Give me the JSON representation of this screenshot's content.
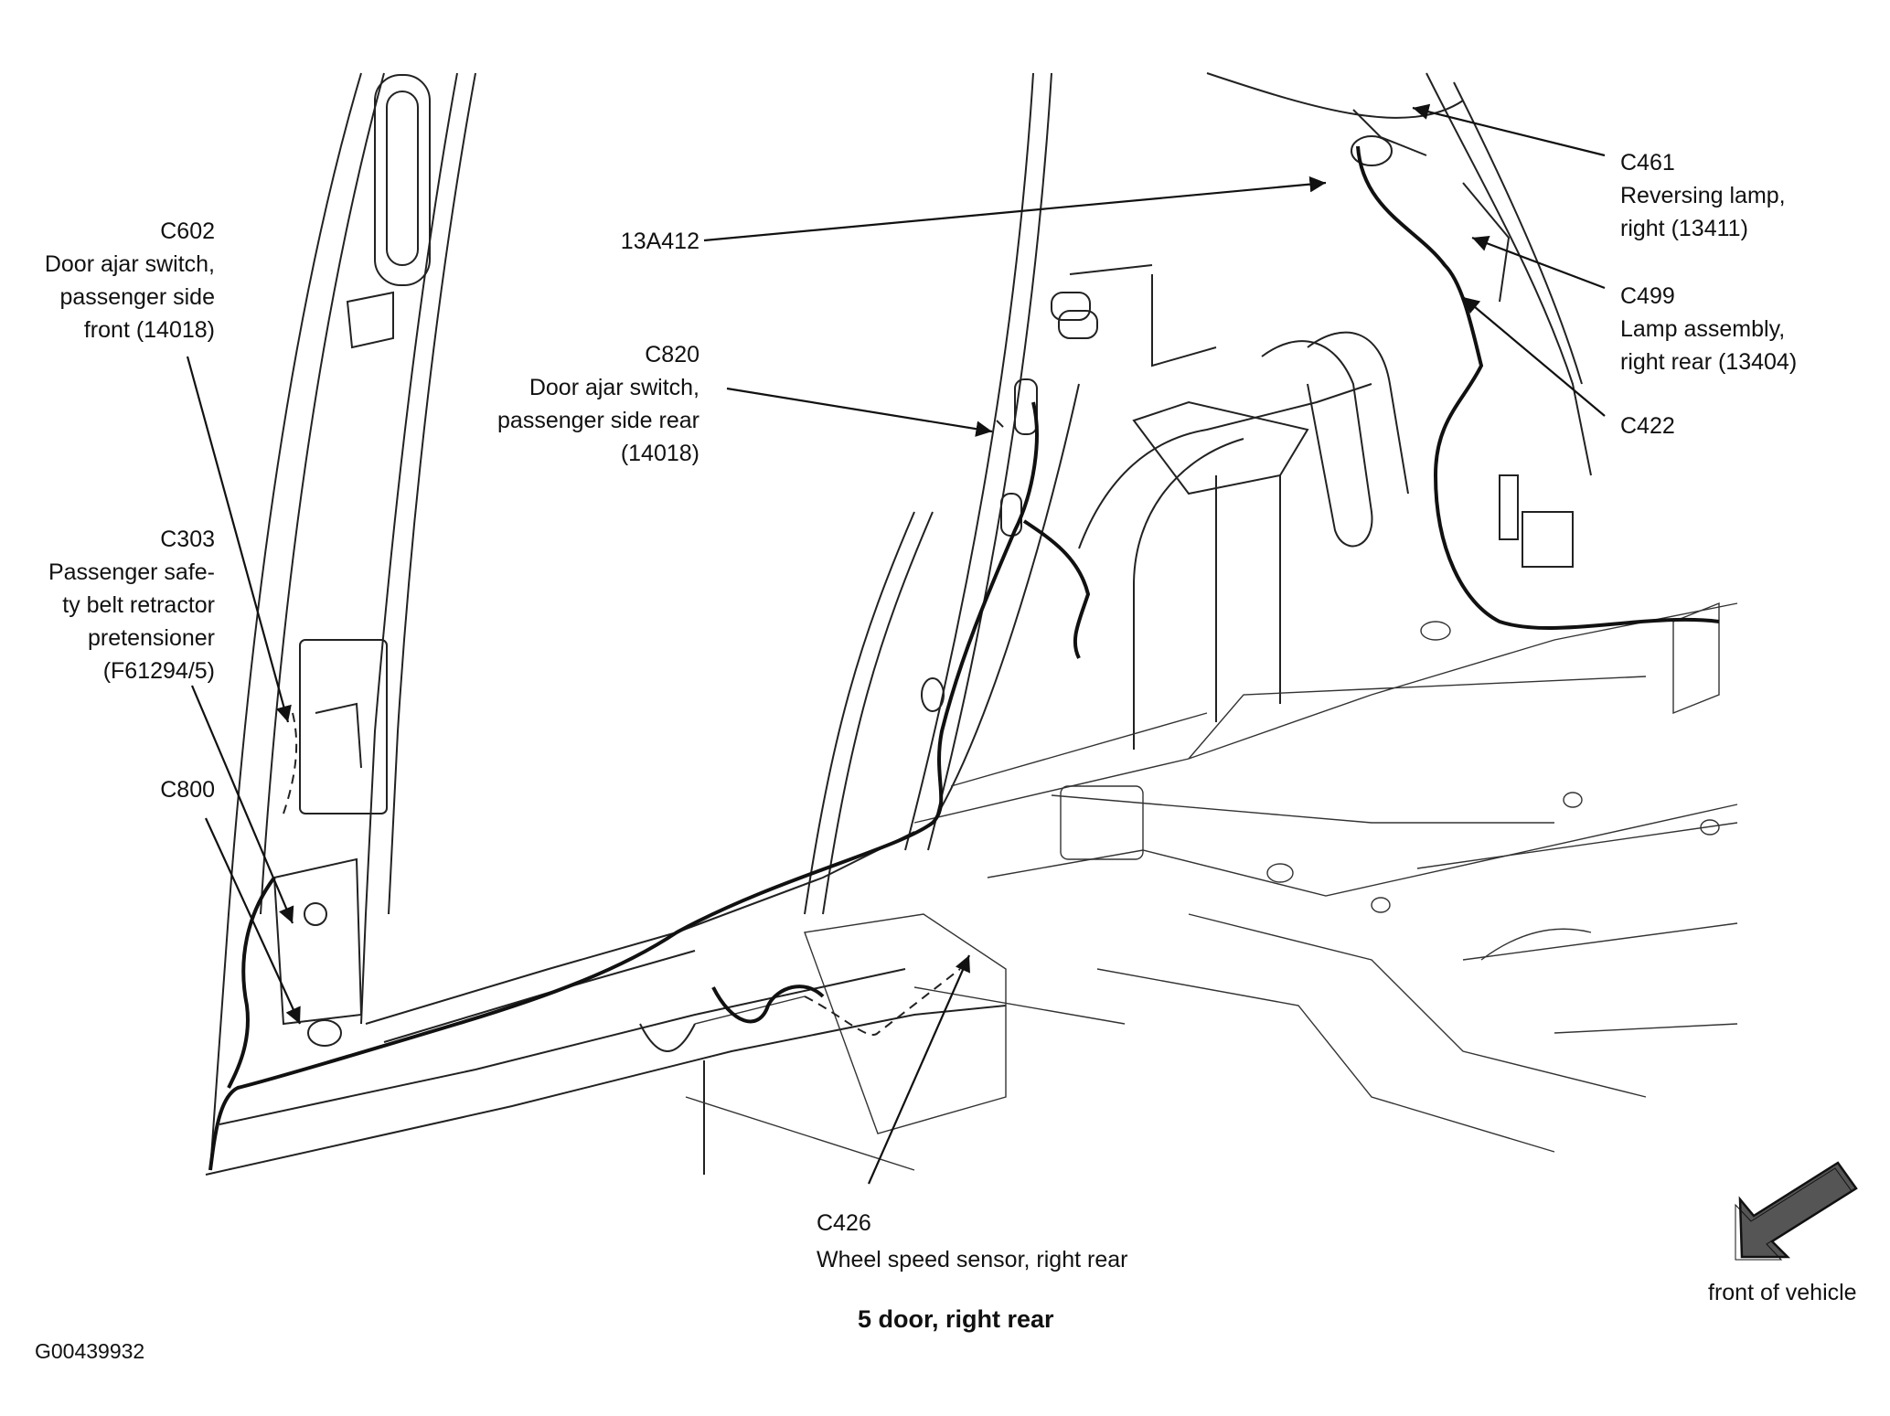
{
  "caption": "5 door, right rear",
  "figure_id": "G00439932",
  "orientation_label": "front of vehicle",
  "labels": {
    "c602": {
      "code": "C602",
      "desc": [
        "Door ajar switch,",
        "passenger side",
        "front (14018)"
      ]
    },
    "c303": {
      "code": "C303",
      "desc": [
        "Passenger safe-",
        "ty belt retractor",
        "pretensioner",
        "(F61294/5)"
      ]
    },
    "c800": {
      "code": "C800"
    },
    "a13a412": {
      "code": "13A412"
    },
    "c820": {
      "code": "C820",
      "desc": [
        "Door ajar switch,",
        "passenger side rear",
        "(14018)"
      ]
    },
    "c461": {
      "code": "C461",
      "desc": [
        "Reversing lamp,",
        "right (13411)"
      ]
    },
    "c499": {
      "code": "C499",
      "desc": [
        "Lamp assembly,",
        "right rear (13404)"
      ]
    },
    "c422": {
      "code": "C422"
    },
    "c426": {
      "code": "C426",
      "desc": [
        "Wheel speed sensor, right rear"
      ]
    }
  },
  "icons": {
    "arrow": "front-direction-arrow-icon"
  }
}
